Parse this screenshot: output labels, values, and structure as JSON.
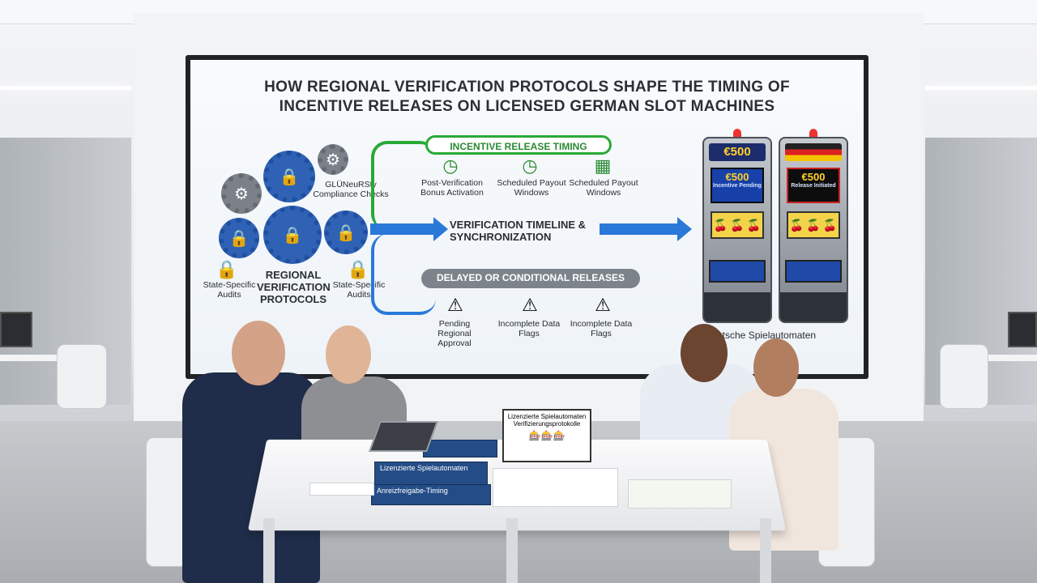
{
  "slide": {
    "title_line1": "HOW REGIONAL VERIFICATION PROTOCOLS SHAPE THE TIMING OF",
    "title_line2": "INCENTIVE RELEASES ON LICENSED GERMAN SLOT MACHINES",
    "gear_label_top": "GLÜNeuRStv Compliance Checks",
    "gear_label_center": "REGIONAL VERIFICATION PROTOCOLS",
    "gear_label_left": "State-Specific Audits",
    "gear_label_right": "State-Specific Audits",
    "banner_green": "INCENTIVE RELEASE TIMING",
    "green_items": [
      "Post-Verification Bonus Activation",
      "Scheduled Payout Windows",
      "Scheduled Payout Windows"
    ],
    "middle_label": "VERIFICATION TIMELINE & SYNCHRONIZATION",
    "banner_grey": "DELAYED OR CONDITIONAL RELEASES",
    "grey_items": [
      "Pending Regional Approval",
      "Incomplete Data Flags",
      "Incomplete Data Flags"
    ],
    "machine1_top": "€500",
    "machine1_screen": "€500",
    "machine1_screen_sub": "Incentive Pending",
    "machine2_screen": "€500",
    "machine2_screen_sub": "Release Initiated",
    "machines_caption": "utsche Spielautomaten"
  },
  "desk": {
    "sign_text": "Lizenzierte Spielautomaten Verifizierungsprotokolle",
    "binder_label_1": "Lizenzierte Spielautomaten",
    "binder_label_2": "Anreizfreigabe-Timing"
  },
  "colors": {
    "accent_blue": "#2a79d9",
    "accent_green": "#29a935",
    "gear_blue": "#2f62b5",
    "banner_grey": "#7d838b"
  }
}
